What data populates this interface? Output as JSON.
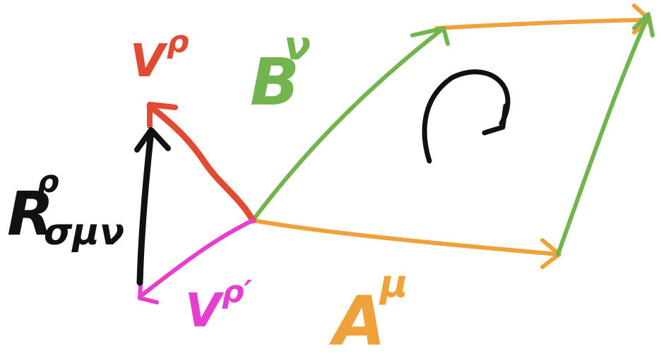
{
  "colors": {
    "A": "#EFA23A",
    "B": "#72B54F",
    "V": "#E04B31",
    "Vprime": "#E63FD0",
    "R": "#111111",
    "loop": "#111111"
  },
  "labels": {
    "A": {
      "base": "A",
      "sup": "μ"
    },
    "B": {
      "base": "B",
      "sup": "ν"
    },
    "V": {
      "base": "V",
      "sup": "ρ"
    },
    "Vprime": {
      "base": "V",
      "sup": "ρ′"
    },
    "R": {
      "base": "R",
      "sup": "ρ",
      "sub": "σμν"
    }
  }
}
